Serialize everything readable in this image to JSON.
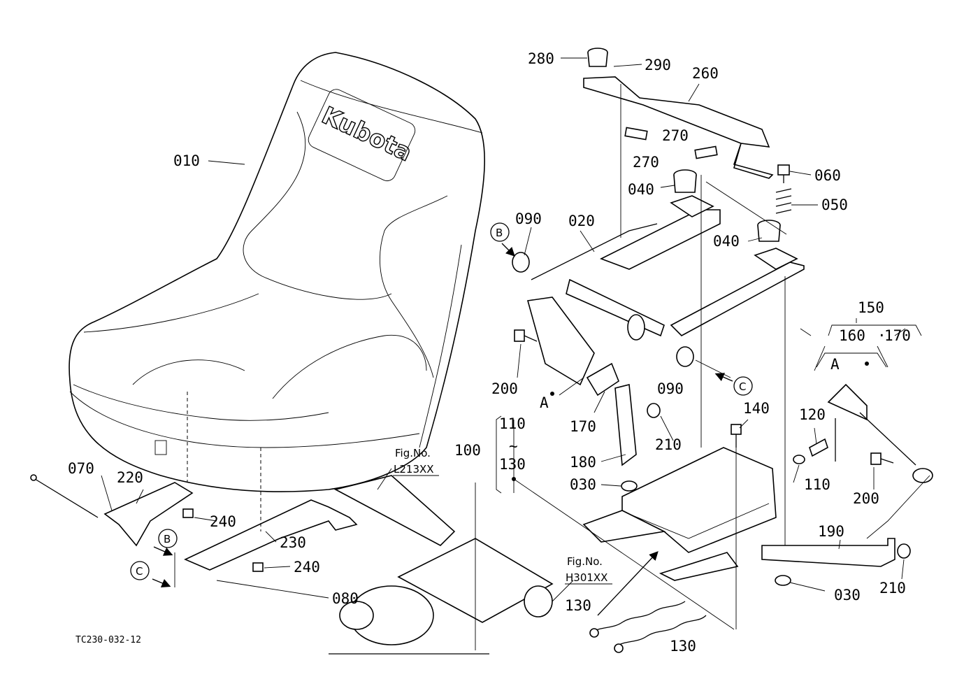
{
  "brand_text": "Kubota",
  "drawing_code": "TC230-032-12",
  "fig_refs": [
    {
      "label": "Fig.No.",
      "code": "L213XX"
    },
    {
      "label": "Fig.No.",
      "code": "H301XX"
    }
  ],
  "callouts": {
    "c010": "010",
    "c020": "020",
    "c030a": "030",
    "c030b": "030",
    "c040a": "040",
    "c040b": "040",
    "c050": "050",
    "c060": "060",
    "c070": "070",
    "c080": "080",
    "c090a": "090",
    "c090b": "090",
    "c100": "100",
    "c110a": "110",
    "c110b": "110",
    "c120": "120",
    "c130a": "130",
    "c130b": "130",
    "c130c": "130",
    "c140": "140",
    "c150": "150",
    "c160": "160",
    "c170a": "170",
    "c170b": "170",
    "c180": "180",
    "c190": "190",
    "c200a": "200",
    "c200b": "200",
    "c210a": "210",
    "c210b": "210",
    "c220": "220",
    "c230": "230",
    "c240a": "240",
    "c240b": "240",
    "c260": "260",
    "c270a": "270",
    "c270b": "270",
    "c280": "280",
    "c290": "290"
  },
  "markers": {
    "B1": "B",
    "B2": "B",
    "C1": "C",
    "C2": "C",
    "A1": "A",
    "A2": "A",
    "dot": "·",
    "tilde": "~"
  }
}
